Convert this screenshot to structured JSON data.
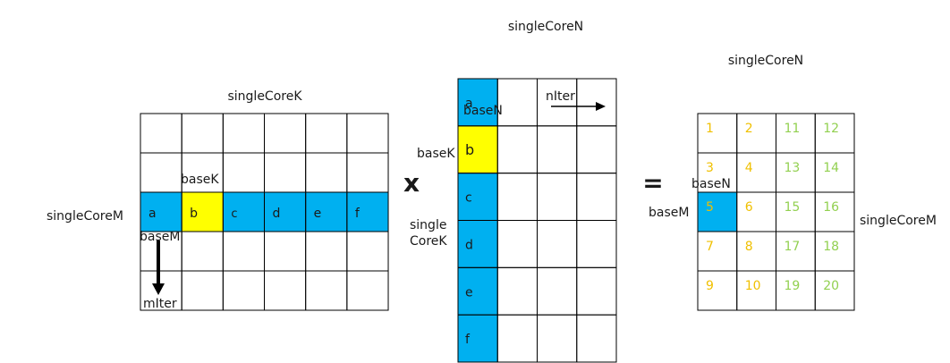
{
  "colors": {
    "blue": "#00b0f0",
    "yellow": "#ffff00",
    "orange": "#f0c000",
    "green": "#92d050",
    "line": "#000000",
    "text": "#1a1a1a"
  },
  "left_matrix": {
    "title": "singleCoreK",
    "side_label": "singleCoreM",
    "rows": 5,
    "cols": 6,
    "highlight_row": 2,
    "cells": [
      "a",
      "b",
      "c",
      "d",
      "e",
      "f"
    ],
    "basek_label": "baseK",
    "basem_label": "baseM",
    "iter_label": "mIter"
  },
  "multiply_sign": "x",
  "middle_matrix": {
    "title": "singleCoreN",
    "side_label_line1": "single",
    "side_label_line2": "CoreK",
    "rows": 6,
    "cols": 4,
    "cells": [
      "a",
      "b",
      "c",
      "d",
      "e",
      "f"
    ],
    "basen_label": "baseN",
    "basek_label": "baseK",
    "iter_label": "nIter"
  },
  "equals_sign": "=",
  "result_matrix": {
    "title": "singleCoreN",
    "side_label": "singleCoreM",
    "basen_label": "baseN",
    "basem_label": "baseM",
    "highlight_cell": "5",
    "rows": [
      [
        "1",
        "2",
        "11",
        "12"
      ],
      [
        "3",
        "4",
        "13",
        "14"
      ],
      [
        "5",
        "6",
        "15",
        "16"
      ],
      [
        "7",
        "8",
        "17",
        "18"
      ],
      [
        "9",
        "10",
        "19",
        "20"
      ]
    ]
  }
}
